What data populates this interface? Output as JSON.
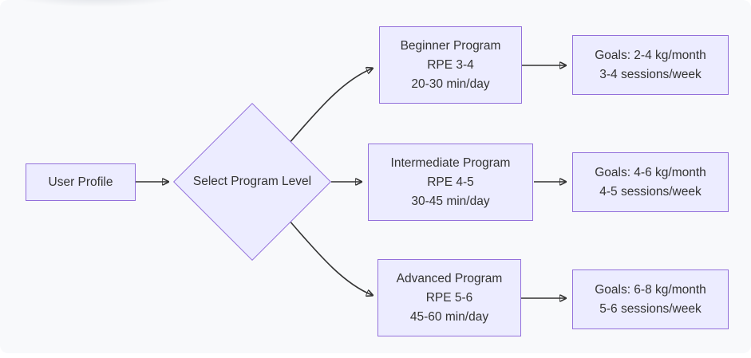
{
  "diagram": {
    "type": "flowchart-lr",
    "colors": {
      "panel_background": "#f8f9fb",
      "node_fill": "#ECECFF",
      "node_border": "#9370DB",
      "edge_color": "#333333",
      "text_color": "#333333"
    },
    "nodes": {
      "user_profile": {
        "label": "User Profile"
      },
      "decision": {
        "label": "Select Program Level"
      },
      "beginner": {
        "lines": [
          "Beginner Program",
          "RPE 3-4",
          "20-30 min/day"
        ]
      },
      "beginner_goals": {
        "lines": [
          "Goals: 2-4 kg/month",
          "3-4 sessions/week"
        ]
      },
      "intermediate": {
        "lines": [
          "Intermediate Program",
          "RPE 4-5",
          "30-45 min/day"
        ]
      },
      "intermediate_goals": {
        "lines": [
          "Goals: 4-6 kg/month",
          "4-5 sessions/week"
        ]
      },
      "advanced": {
        "lines": [
          "Advanced Program",
          "RPE 5-6",
          "45-60 min/day"
        ]
      },
      "advanced_goals": {
        "lines": [
          "Goals: 6-8 kg/month",
          "5-6 sessions/week"
        ]
      }
    },
    "edges": [
      {
        "from": "user_profile",
        "to": "decision"
      },
      {
        "from": "decision",
        "to": "beginner"
      },
      {
        "from": "decision",
        "to": "intermediate"
      },
      {
        "from": "decision",
        "to": "advanced"
      },
      {
        "from": "beginner",
        "to": "beginner_goals"
      },
      {
        "from": "intermediate",
        "to": "intermediate_goals"
      },
      {
        "from": "advanced",
        "to": "advanced_goals"
      }
    ]
  }
}
